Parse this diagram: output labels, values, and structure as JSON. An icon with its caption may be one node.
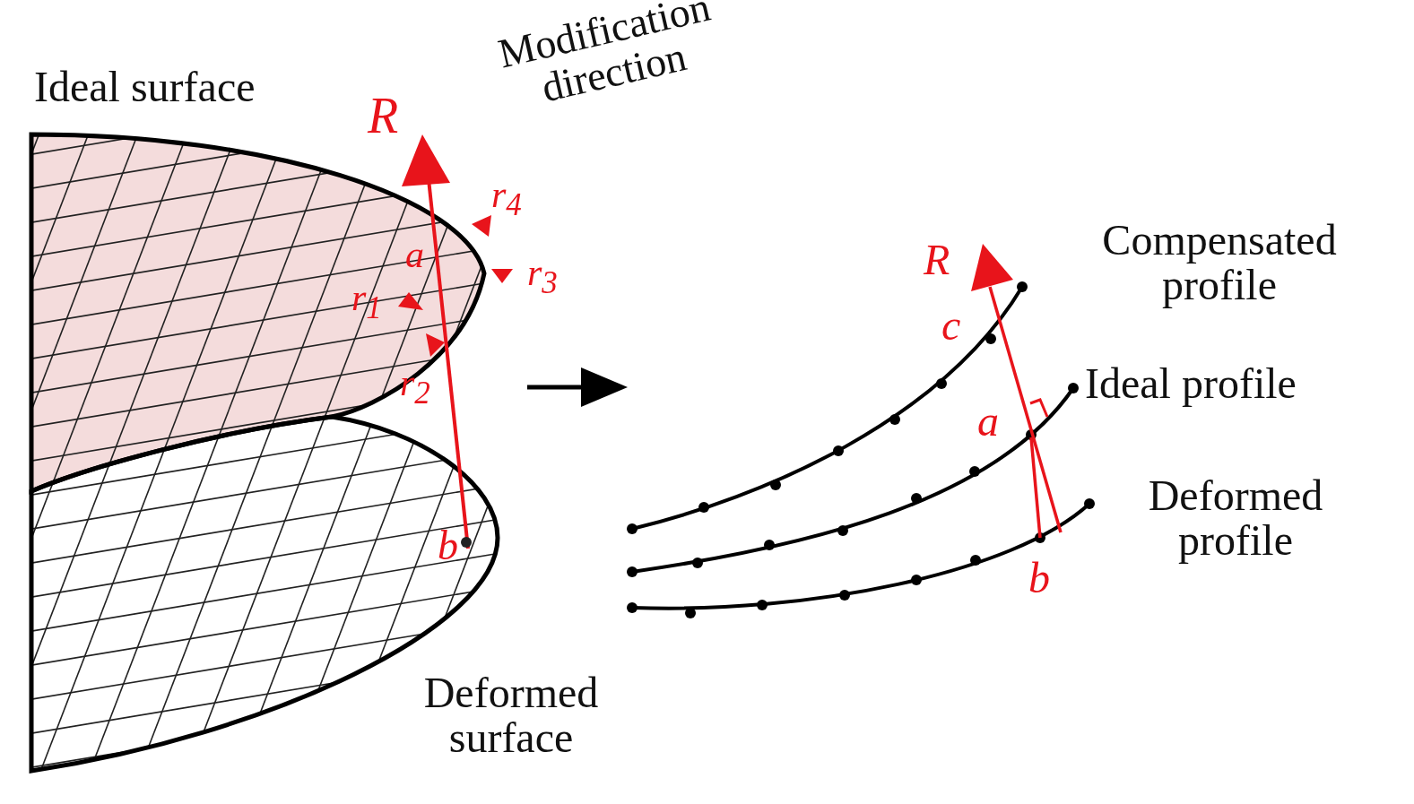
{
  "diagram": {
    "labels": [
      "Ideal surface",
      "R",
      "Modification direction",
      "*r*$_{4}$",
      "a",
      "*r*$_{3}$",
      "*r*$_{1}$",
      "*r*$_{2}$",
      "b",
      "Deformed surface",
      "R",
      "Compensated profile",
      "c",
      "Ideal profile",
      "a",
      "Deformed profile",
      "b"
    ]
  }
}
